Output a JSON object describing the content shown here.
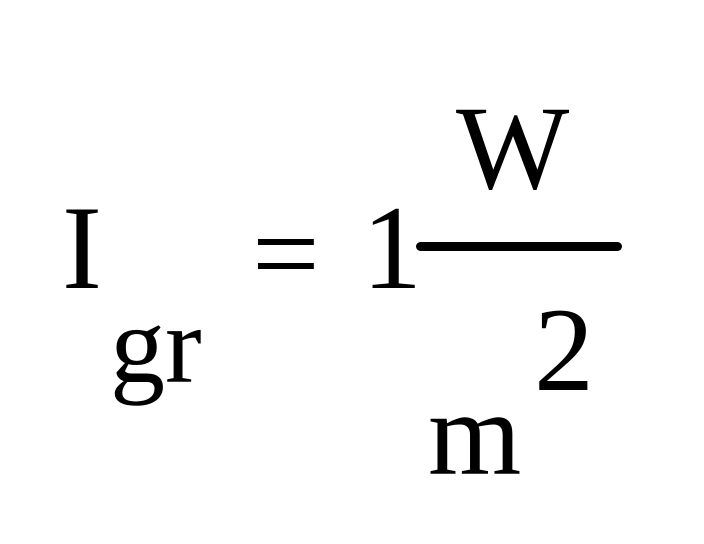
{
  "formula": {
    "lhs": {
      "variable": "I",
      "subscript": "gr"
    },
    "equals": "=",
    "coefficient": "1",
    "unit": {
      "numerator": "W",
      "denominator_base": "m",
      "denominator_exponent": "2"
    }
  }
}
